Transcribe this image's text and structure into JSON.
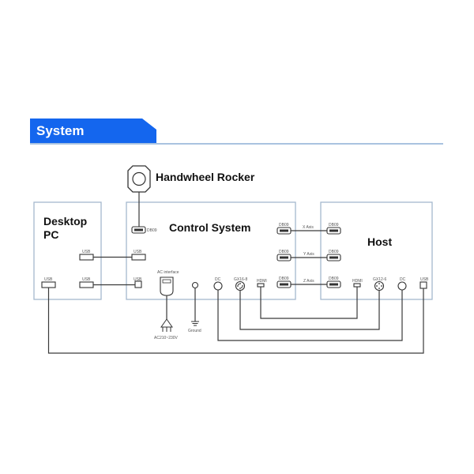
{
  "header": {
    "title": "System Diaphragm",
    "accent": "#1466ee"
  },
  "devices": {
    "handwheel": {
      "label": "Handwheel Rocker"
    },
    "desktop": {
      "label_line1": "Desktop",
      "label_line2": "PC"
    },
    "control": {
      "label": "Control System"
    },
    "host": {
      "label": "Host"
    }
  },
  "ports": {
    "usb": "USB",
    "db09": "DB09",
    "hdmi": "HDMI",
    "dc": "DC",
    "gx16": "GX16-8",
    "gx12": "GX12-6",
    "ac_interface": "AC interface",
    "ground": "Ground",
    "ac_voltage": "AC210~230V"
  },
  "axes": [
    "X Axis",
    "Y Axis",
    "Z Axis"
  ]
}
